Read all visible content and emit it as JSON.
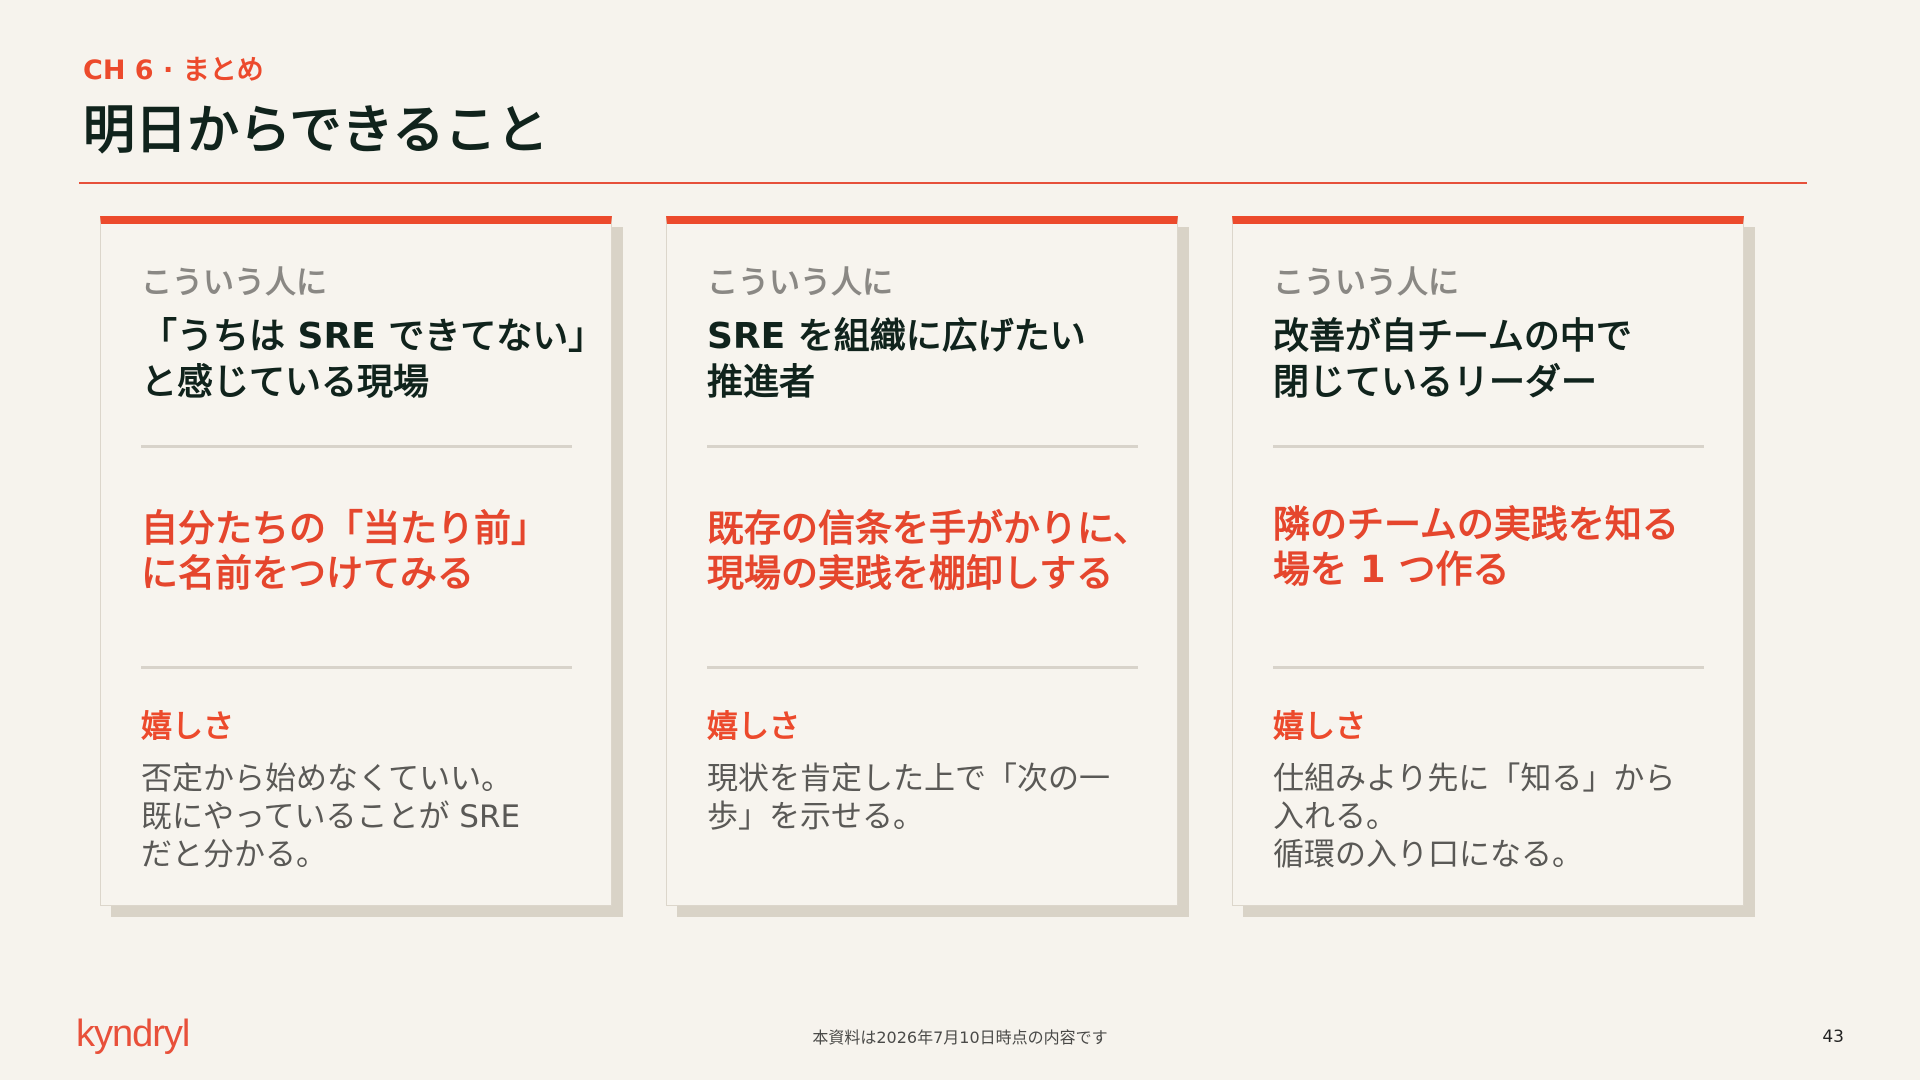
{
  "header": {
    "chapter": "CH 6 · まとめ",
    "title": "明日からできること"
  },
  "cards": [
    {
      "who_label": "こういう人に",
      "who": "「うちは SRE できてない」\nと感じている現場",
      "action": "自分たちの「当たり前」\nに名前をつけてみる",
      "benefit_label": "嬉しさ",
      "benefit": "否定から始めなくていい。\n既にやっていることが SRE\nだと分かる。"
    },
    {
      "who_label": "こういう人に",
      "who": "SRE を組織に広げたい\n推進者",
      "action": "既存の信条を手がかりに、\n現場の実践を棚卸しする",
      "benefit_label": "嬉しさ",
      "benefit": "現状を肯定した上で「次の一\n歩」を示せる。"
    },
    {
      "who_label": "こういう人に",
      "who": "改善が自チームの中で\n閉じているリーダー",
      "action": "隣のチームの実践を知る\n場を 1 つ作る",
      "benefit_label": "嬉しさ",
      "benefit": "仕組みより先に「知る」から\n入れる。\n循環の入り口になる。"
    }
  ],
  "footer": {
    "logo": "kyndryl",
    "note": "本資料は2026年7月10日時点の内容です",
    "page": "43"
  },
  "colors": {
    "accent": "#ec4a2c",
    "background": "#f6f3ed",
    "title": "#10231c"
  }
}
